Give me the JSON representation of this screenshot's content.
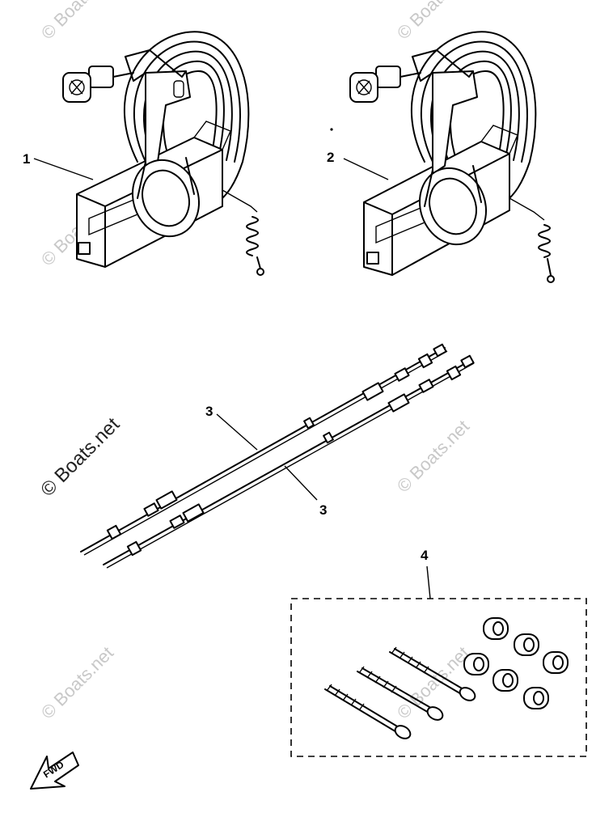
{
  "watermark": "© Boats.net",
  "callouts": {
    "part1": "1",
    "part2": "2",
    "part3a": "3",
    "part3b": "3",
    "part4": "4"
  },
  "fwd_label": "FWD"
}
